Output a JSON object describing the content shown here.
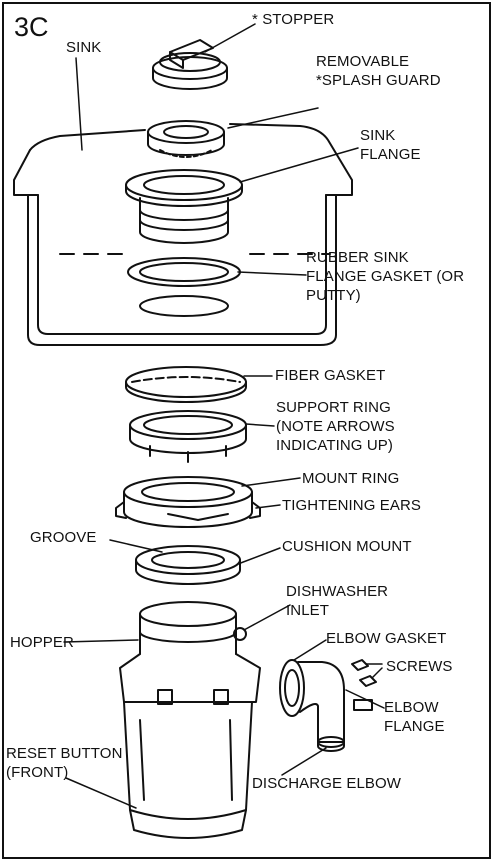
{
  "figure_number": "3C",
  "labels": {
    "stopper": "* STOPPER",
    "sink": "SINK",
    "splash_guard": "REMOVABLE\n*SPLASH GUARD",
    "sink_flange": "SINK\nFLANGE",
    "rubber_gasket": "RUBBER SINK\nFLANGE GASKET (OR\nPUTTY)",
    "fiber_gasket": "FIBER GASKET",
    "support_ring": "SUPPORT RING\n(NOTE ARROWS\nINDICATING UP)",
    "mount_ring": "MOUNT RING",
    "tightening_ears": "TIGHTENING EARS",
    "groove": "GROOVE",
    "cushion_mount": "CUSHION MOUNT",
    "dishwasher_inlet": "DISHWASHER\nINLET",
    "hopper": "HOPPER",
    "elbow_gasket": "ELBOW GASKET",
    "screws": "SCREWS",
    "elbow_flange": "ELBOW\nFLANGE",
    "reset_button": "RESET BUTTON\n(FRONT)",
    "discharge_elbow": "DISCHARGE ELBOW"
  }
}
